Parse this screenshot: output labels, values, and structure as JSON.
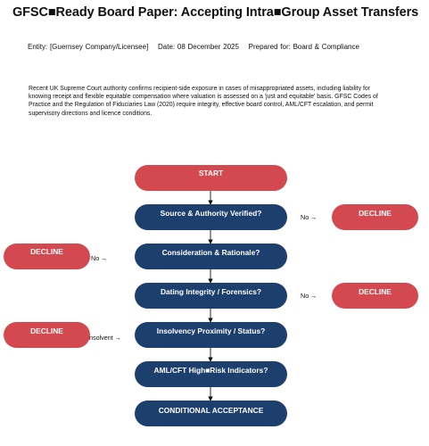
{
  "doc": {
    "title": "GFSC■Ready Board Paper: Accepting Intra■Group Asset Transfers",
    "meta": {
      "entity": "Entity: [Guernsey Company/Licensee]",
      "date": "Date: 08 December 2025",
      "prepared": "Prepared for: Board & Compliance"
    },
    "intro": "Recent UK Supreme Court authority confirms recipient-side exposure in cases of misappropriated assets, including liability for knowing receipt and flexible equitable compensation where valuation is assessed on a 'just and equitable' basis. GFSC Codes of Practice and the Regulation of Fiduciaries Law (2020) require integrity, effective board control, AML/CFT escalation, and permit supervisory directions and licence conditions."
  },
  "flow": {
    "start": "START",
    "steps": [
      "Source & Authority Verified?",
      "Consideration & Rationale?",
      "Dating Integrity / Forensics?",
      "Insolvency Proximity / Status?",
      "AML/CFT High■Risk Indicators?"
    ],
    "end": "CONDITIONAL ACCEPTANCE",
    "declines": [
      {
        "label": "DECLINE",
        "edge": "No →"
      },
      {
        "label": "DECLINE",
        "edge": "No →"
      },
      {
        "label": "DECLINE",
        "edge": "No →"
      },
      {
        "label": "DECLINE",
        "edge": "nsolvent →"
      }
    ],
    "colors": {
      "decision": "#1c3f6e",
      "terminal": "#d4484f"
    }
  }
}
